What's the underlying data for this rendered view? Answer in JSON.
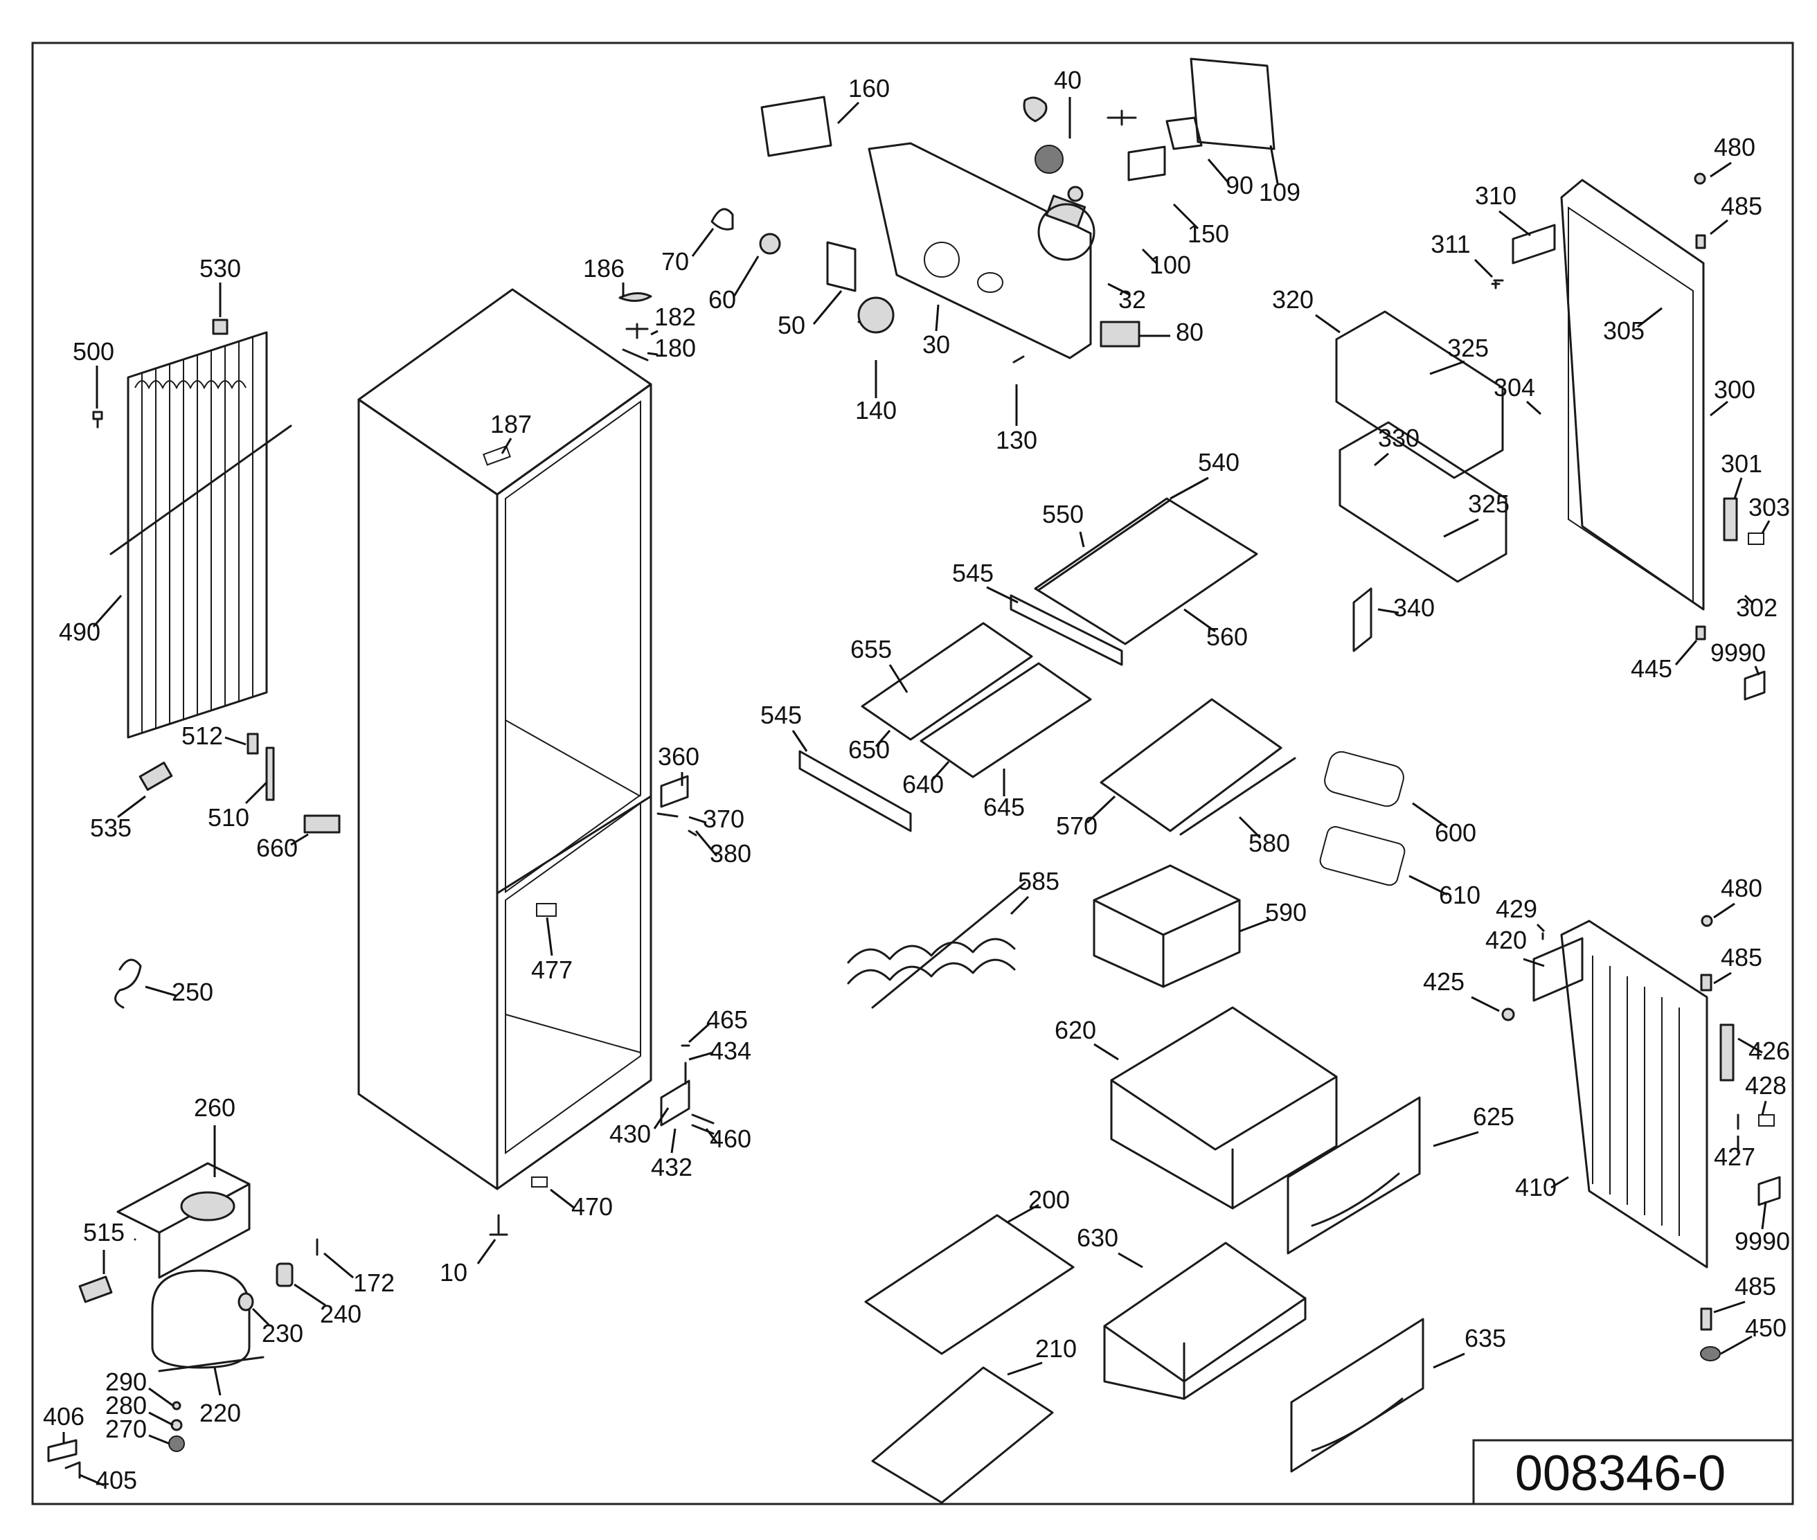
{
  "drawing_number": "008346-0",
  "parts": [
    {
      "id": "lbl-10",
      "text": "10"
    },
    {
      "id": "lbl-30",
      "text": "30"
    },
    {
      "id": "lbl-32",
      "text": "32"
    },
    {
      "id": "lbl-40",
      "text": "40"
    },
    {
      "id": "lbl-50",
      "text": "50"
    },
    {
      "id": "lbl-60",
      "text": "60"
    },
    {
      "id": "lbl-70",
      "text": "70"
    },
    {
      "id": "lbl-80",
      "text": "80"
    },
    {
      "id": "lbl-90",
      "text": "90"
    },
    {
      "id": "lbl-100",
      "text": "100"
    },
    {
      "id": "lbl-109",
      "text": "109"
    },
    {
      "id": "lbl-130",
      "text": "130"
    },
    {
      "id": "lbl-140",
      "text": "140"
    },
    {
      "id": "lbl-150",
      "text": "150"
    },
    {
      "id": "lbl-160",
      "text": "160"
    },
    {
      "id": "lbl-172",
      "text": "172"
    },
    {
      "id": "lbl-180",
      "text": "180"
    },
    {
      "id": "lbl-182",
      "text": "182"
    },
    {
      "id": "lbl-186",
      "text": "186"
    },
    {
      "id": "lbl-187",
      "text": "187"
    },
    {
      "id": "lbl-200",
      "text": "200"
    },
    {
      "id": "lbl-210",
      "text": "210"
    },
    {
      "id": "lbl-220",
      "text": "220"
    },
    {
      "id": "lbl-230",
      "text": "230"
    },
    {
      "id": "lbl-240",
      "text": "240"
    },
    {
      "id": "lbl-250",
      "text": "250"
    },
    {
      "id": "lbl-260",
      "text": "260"
    },
    {
      "id": "lbl-270",
      "text": "270"
    },
    {
      "id": "lbl-280",
      "text": "280"
    },
    {
      "id": "lbl-290",
      "text": "290"
    },
    {
      "id": "lbl-300",
      "text": "300"
    },
    {
      "id": "lbl-301",
      "text": "301"
    },
    {
      "id": "lbl-302",
      "text": "302"
    },
    {
      "id": "lbl-303",
      "text": "303"
    },
    {
      "id": "lbl-304",
      "text": "304"
    },
    {
      "id": "lbl-305",
      "text": "305"
    },
    {
      "id": "lbl-310",
      "text": "310"
    },
    {
      "id": "lbl-311",
      "text": "311"
    },
    {
      "id": "lbl-320",
      "text": "320"
    },
    {
      "id": "lbl-325a",
      "text": "325"
    },
    {
      "id": "lbl-325b",
      "text": "325"
    },
    {
      "id": "lbl-330",
      "text": "330"
    },
    {
      "id": "lbl-340",
      "text": "340"
    },
    {
      "id": "lbl-360",
      "text": "360"
    },
    {
      "id": "lbl-370",
      "text": "370"
    },
    {
      "id": "lbl-380",
      "text": "380"
    },
    {
      "id": "lbl-405",
      "text": "405"
    },
    {
      "id": "lbl-406",
      "text": "406"
    },
    {
      "id": "lbl-410",
      "text": "410"
    },
    {
      "id": "lbl-420",
      "text": "420"
    },
    {
      "id": "lbl-425",
      "text": "425"
    },
    {
      "id": "lbl-426",
      "text": "426"
    },
    {
      "id": "lbl-427",
      "text": "427"
    },
    {
      "id": "lbl-428",
      "text": "428"
    },
    {
      "id": "lbl-429",
      "text": "429"
    },
    {
      "id": "lbl-430",
      "text": "430"
    },
    {
      "id": "lbl-432",
      "text": "432"
    },
    {
      "id": "lbl-434",
      "text": "434"
    },
    {
      "id": "lbl-445",
      "text": "445"
    },
    {
      "id": "lbl-450",
      "text": "450"
    },
    {
      "id": "lbl-460",
      "text": "460"
    },
    {
      "id": "lbl-465",
      "text": "465"
    },
    {
      "id": "lbl-470",
      "text": "470"
    },
    {
      "id": "lbl-477",
      "text": "477"
    },
    {
      "id": "lbl-480a",
      "text": "480"
    },
    {
      "id": "lbl-480b",
      "text": "480"
    },
    {
      "id": "lbl-485a",
      "text": "485"
    },
    {
      "id": "lbl-485b",
      "text": "485"
    },
    {
      "id": "lbl-485c",
      "text": "485"
    },
    {
      "id": "lbl-490",
      "text": "490"
    },
    {
      "id": "lbl-500",
      "text": "500"
    },
    {
      "id": "lbl-510",
      "text": "510"
    },
    {
      "id": "lbl-512",
      "text": "512"
    },
    {
      "id": "lbl-515",
      "text": "515"
    },
    {
      "id": "lbl-530",
      "text": "530"
    },
    {
      "id": "lbl-535",
      "text": "535"
    },
    {
      "id": "lbl-540",
      "text": "540"
    },
    {
      "id": "lbl-545a",
      "text": "545"
    },
    {
      "id": "lbl-545b",
      "text": "545"
    },
    {
      "id": "lbl-550",
      "text": "550"
    },
    {
      "id": "lbl-560",
      "text": "560"
    },
    {
      "id": "lbl-570",
      "text": "570"
    },
    {
      "id": "lbl-580",
      "text": "580"
    },
    {
      "id": "lbl-585",
      "text": "585"
    },
    {
      "id": "lbl-590",
      "text": "590"
    },
    {
      "id": "lbl-600",
      "text": "600"
    },
    {
      "id": "lbl-610",
      "text": "610"
    },
    {
      "id": "lbl-620",
      "text": "620"
    },
    {
      "id": "lbl-625",
      "text": "625"
    },
    {
      "id": "lbl-630",
      "text": "630"
    },
    {
      "id": "lbl-635",
      "text": "635"
    },
    {
      "id": "lbl-640",
      "text": "640"
    },
    {
      "id": "lbl-645",
      "text": "645"
    },
    {
      "id": "lbl-650",
      "text": "650"
    },
    {
      "id": "lbl-655",
      "text": "655"
    },
    {
      "id": "lbl-660",
      "text": "660"
    },
    {
      "id": "lbl-9990a",
      "text": "9990"
    },
    {
      "id": "lbl-9990b",
      "text": "9990"
    }
  ]
}
